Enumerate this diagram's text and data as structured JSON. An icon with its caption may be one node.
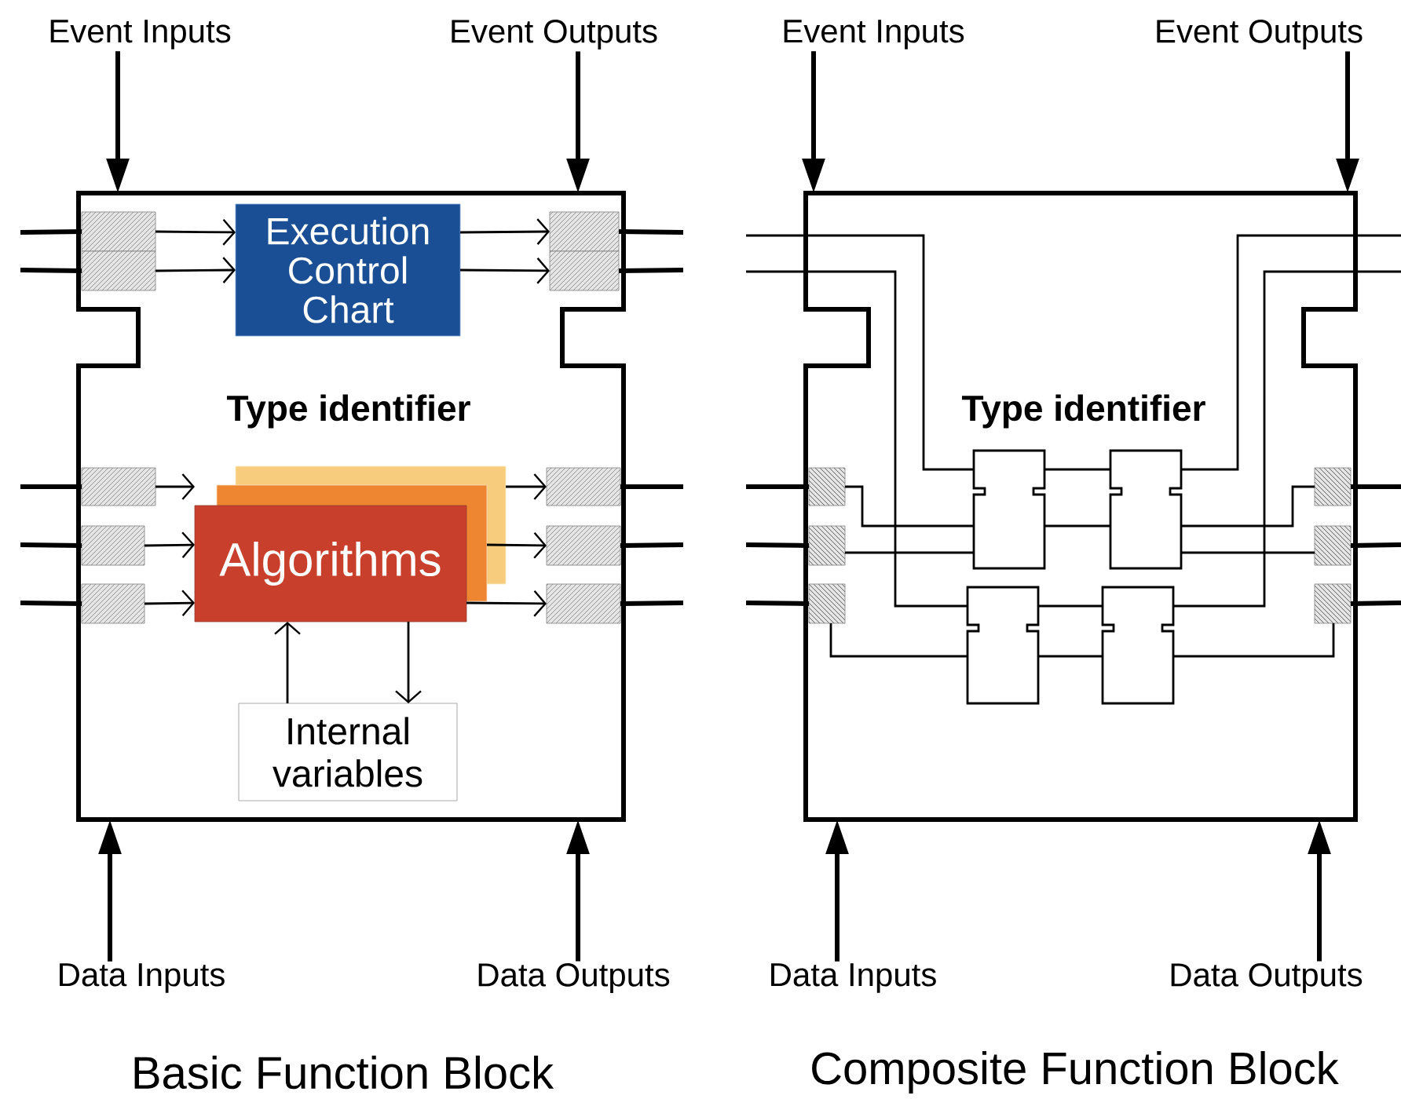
{
  "diagram": {
    "nodes": [
      {
        "text": [
          "Event Inputs"
        ]
      },
      {
        "text": [
          "Event Outputs"
        ]
      },
      {
        "text": [
          "Type identifier"
        ]
      },
      {
        "text": [
          "Execution Control Chart"
        ],
        "in": 2
      },
      {
        "text": [
          "Algorithms"
        ],
        "in": 2
      },
      {
        "text": [
          "Internal variables"
        ],
        "in": 2
      },
      {
        "text": [],
        "shape": "box",
        "in": 2
      },
      {
        "text": [],
        "shape": "box",
        "in": 2
      },
      {
        "text": [],
        "shape": "box",
        "in": 2
      },
      {
        "text": [],
        "shape": "box",
        "in": 2
      },
      {
        "text": [],
        "shape": "box",
        "in": 2
      },
      {
        "text": [],
        "shape": "box",
        "in": 2
      },
      {
        "text": [],
        "shape": "box",
        "in": 2
      },
      {
        "text": [],
        "shape": "box",
        "in": 2
      },
      {
        "text": [],
        "shape": "box",
        "in": 2
      },
      {
        "text": [],
        "shape": "box",
        "in": 2
      },
      {
        "text": [
          "Data Inputs"
        ]
      },
      {
        "text": [
          "Data Outputs"
        ]
      },
      {
        "text": [
          "Event Inputs"
        ]
      },
      {
        "text": [
          "Event Outputs"
        ]
      },
      {
        "text": [
          "Type identifier"
        ]
      },
      {
        "text": [],
        "shape": "box",
        "in": 20
      },
      {
        "text": [],
        "shape": "box",
        "in": 20
      },
      {
        "text": [],
        "shape": "box",
        "in": 20
      },
      {
        "text": [],
        "shape": "box",
        "in": 20
      },
      {
        "text": [],
        "shape": "box",
        "in": 20
      },
      {
        "text": [],
        "shape": "box",
        "in": 20
      },
      {
        "text": [],
        "shape": "box",
        "in": 20
      },
      {
        "text": [],
        "shape": "box",
        "in": 20
      },
      {
        "text": [],
        "shape": "box",
        "in": 20
      },
      {
        "text": [],
        "shape": "box",
        "in": 20
      },
      {
        "text": [
          "Data Inputs"
        ]
      },
      {
        "text": [
          "Data Outputs"
        ]
      }
    ],
    "edges": [
      {
        "from": 0,
        "to": 2,
        "arrow": "to",
        "style": "thick"
      },
      {
        "from": 1,
        "to": 2,
        "arrow": "to",
        "style": "thick"
      },
      {
        "from": 16,
        "to": 2,
        "arrow": "to",
        "style": "thick"
      },
      {
        "from": 17,
        "to": 2,
        "arrow": "to",
        "style": "thick"
      },
      {
        "from": null,
        "to": 6,
        "arrow": "none",
        "style": "thick"
      },
      {
        "from": null,
        "to": 7,
        "arrow": "none",
        "style": "thick"
      },
      {
        "from": 6,
        "to": 3,
        "arrow": "to"
      },
      {
        "from": 7,
        "to": 3,
        "arrow": "to"
      },
      {
        "from": 3,
        "to": 8,
        "arrow": "to"
      },
      {
        "from": 3,
        "to": 9,
        "arrow": "to"
      },
      {
        "from": 8,
        "to": null,
        "arrow": "none",
        "style": "thick"
      },
      {
        "from": 9,
        "to": null,
        "arrow": "none",
        "style": "thick"
      },
      {
        "from": null,
        "to": 10,
        "arrow": "none",
        "style": "thick"
      },
      {
        "from": null,
        "to": 11,
        "arrow": "none",
        "style": "thick"
      },
      {
        "from": null,
        "to": 12,
        "arrow": "none",
        "style": "thick"
      },
      {
        "from": 10,
        "to": 4,
        "arrow": "to"
      },
      {
        "from": 11,
        "to": 4,
        "arrow": "to"
      },
      {
        "from": 12,
        "to": 4,
        "arrow": "to"
      },
      {
        "from": 4,
        "to": 13,
        "arrow": "to"
      },
      {
        "from": 4,
        "to": 14,
        "arrow": "to"
      },
      {
        "from": 4,
        "to": 15,
        "arrow": "to"
      },
      {
        "from": 13,
        "to": null,
        "arrow": "none",
        "style": "thick"
      },
      {
        "from": 14,
        "to": null,
        "arrow": "none",
        "style": "thick"
      },
      {
        "from": 15,
        "to": null,
        "arrow": "none",
        "style": "thick"
      },
      {
        "from": 5,
        "to": 4,
        "arrow": "to"
      },
      {
        "from": 4,
        "to": 5,
        "arrow": "to"
      },
      {
        "from": 18,
        "to": 20,
        "arrow": "to",
        "style": "thick"
      },
      {
        "from": 19,
        "to": 20,
        "arrow": "to",
        "style": "thick"
      },
      {
        "from": 31,
        "to": 20,
        "arrow": "to",
        "style": "thick"
      },
      {
        "from": 32,
        "to": 20,
        "arrow": "to",
        "style": "thick"
      },
      {
        "from": null,
        "to": 27,
        "arrow": "none"
      },
      {
        "from": null,
        "to": 29,
        "arrow": "none"
      },
      {
        "from": 27,
        "to": 28,
        "arrow": "none"
      },
      {
        "from": 29,
        "to": 30,
        "arrow": "none"
      },
      {
        "from": 28,
        "to": null,
        "arrow": "none"
      },
      {
        "from": 30,
        "to": null,
        "arrow": "none"
      },
      {
        "from": null,
        "to": 21,
        "arrow": "none",
        "style": "thick"
      },
      {
        "from": null,
        "to": 22,
        "arrow": "none",
        "style": "thick"
      },
      {
        "from": null,
        "to": 23,
        "arrow": "none",
        "style": "thick"
      },
      {
        "from": 21,
        "to": 27,
        "arrow": "none"
      },
      {
        "from": 22,
        "to": 27,
        "arrow": "none"
      },
      {
        "from": 27,
        "to": 28,
        "arrow": "none"
      },
      {
        "from": 28,
        "to": 24,
        "arrow": "none"
      },
      {
        "from": 28,
        "to": 25,
        "arrow": "none"
      },
      {
        "from": 23,
        "to": 29,
        "arrow": "none"
      },
      {
        "from": 29,
        "to": 30,
        "arrow": "none"
      },
      {
        "from": 30,
        "to": 26,
        "arrow": "none"
      },
      {
        "from": 24,
        "to": null,
        "arrow": "none",
        "style": "thick"
      },
      {
        "from": 25,
        "to": null,
        "arrow": "none",
        "style": "thick"
      },
      {
        "from": 26,
        "to": null,
        "arrow": "none",
        "style": "thick"
      }
    ],
    "labels": [
      "Basic Function Block",
      "Composite Function Block"
    ]
  }
}
